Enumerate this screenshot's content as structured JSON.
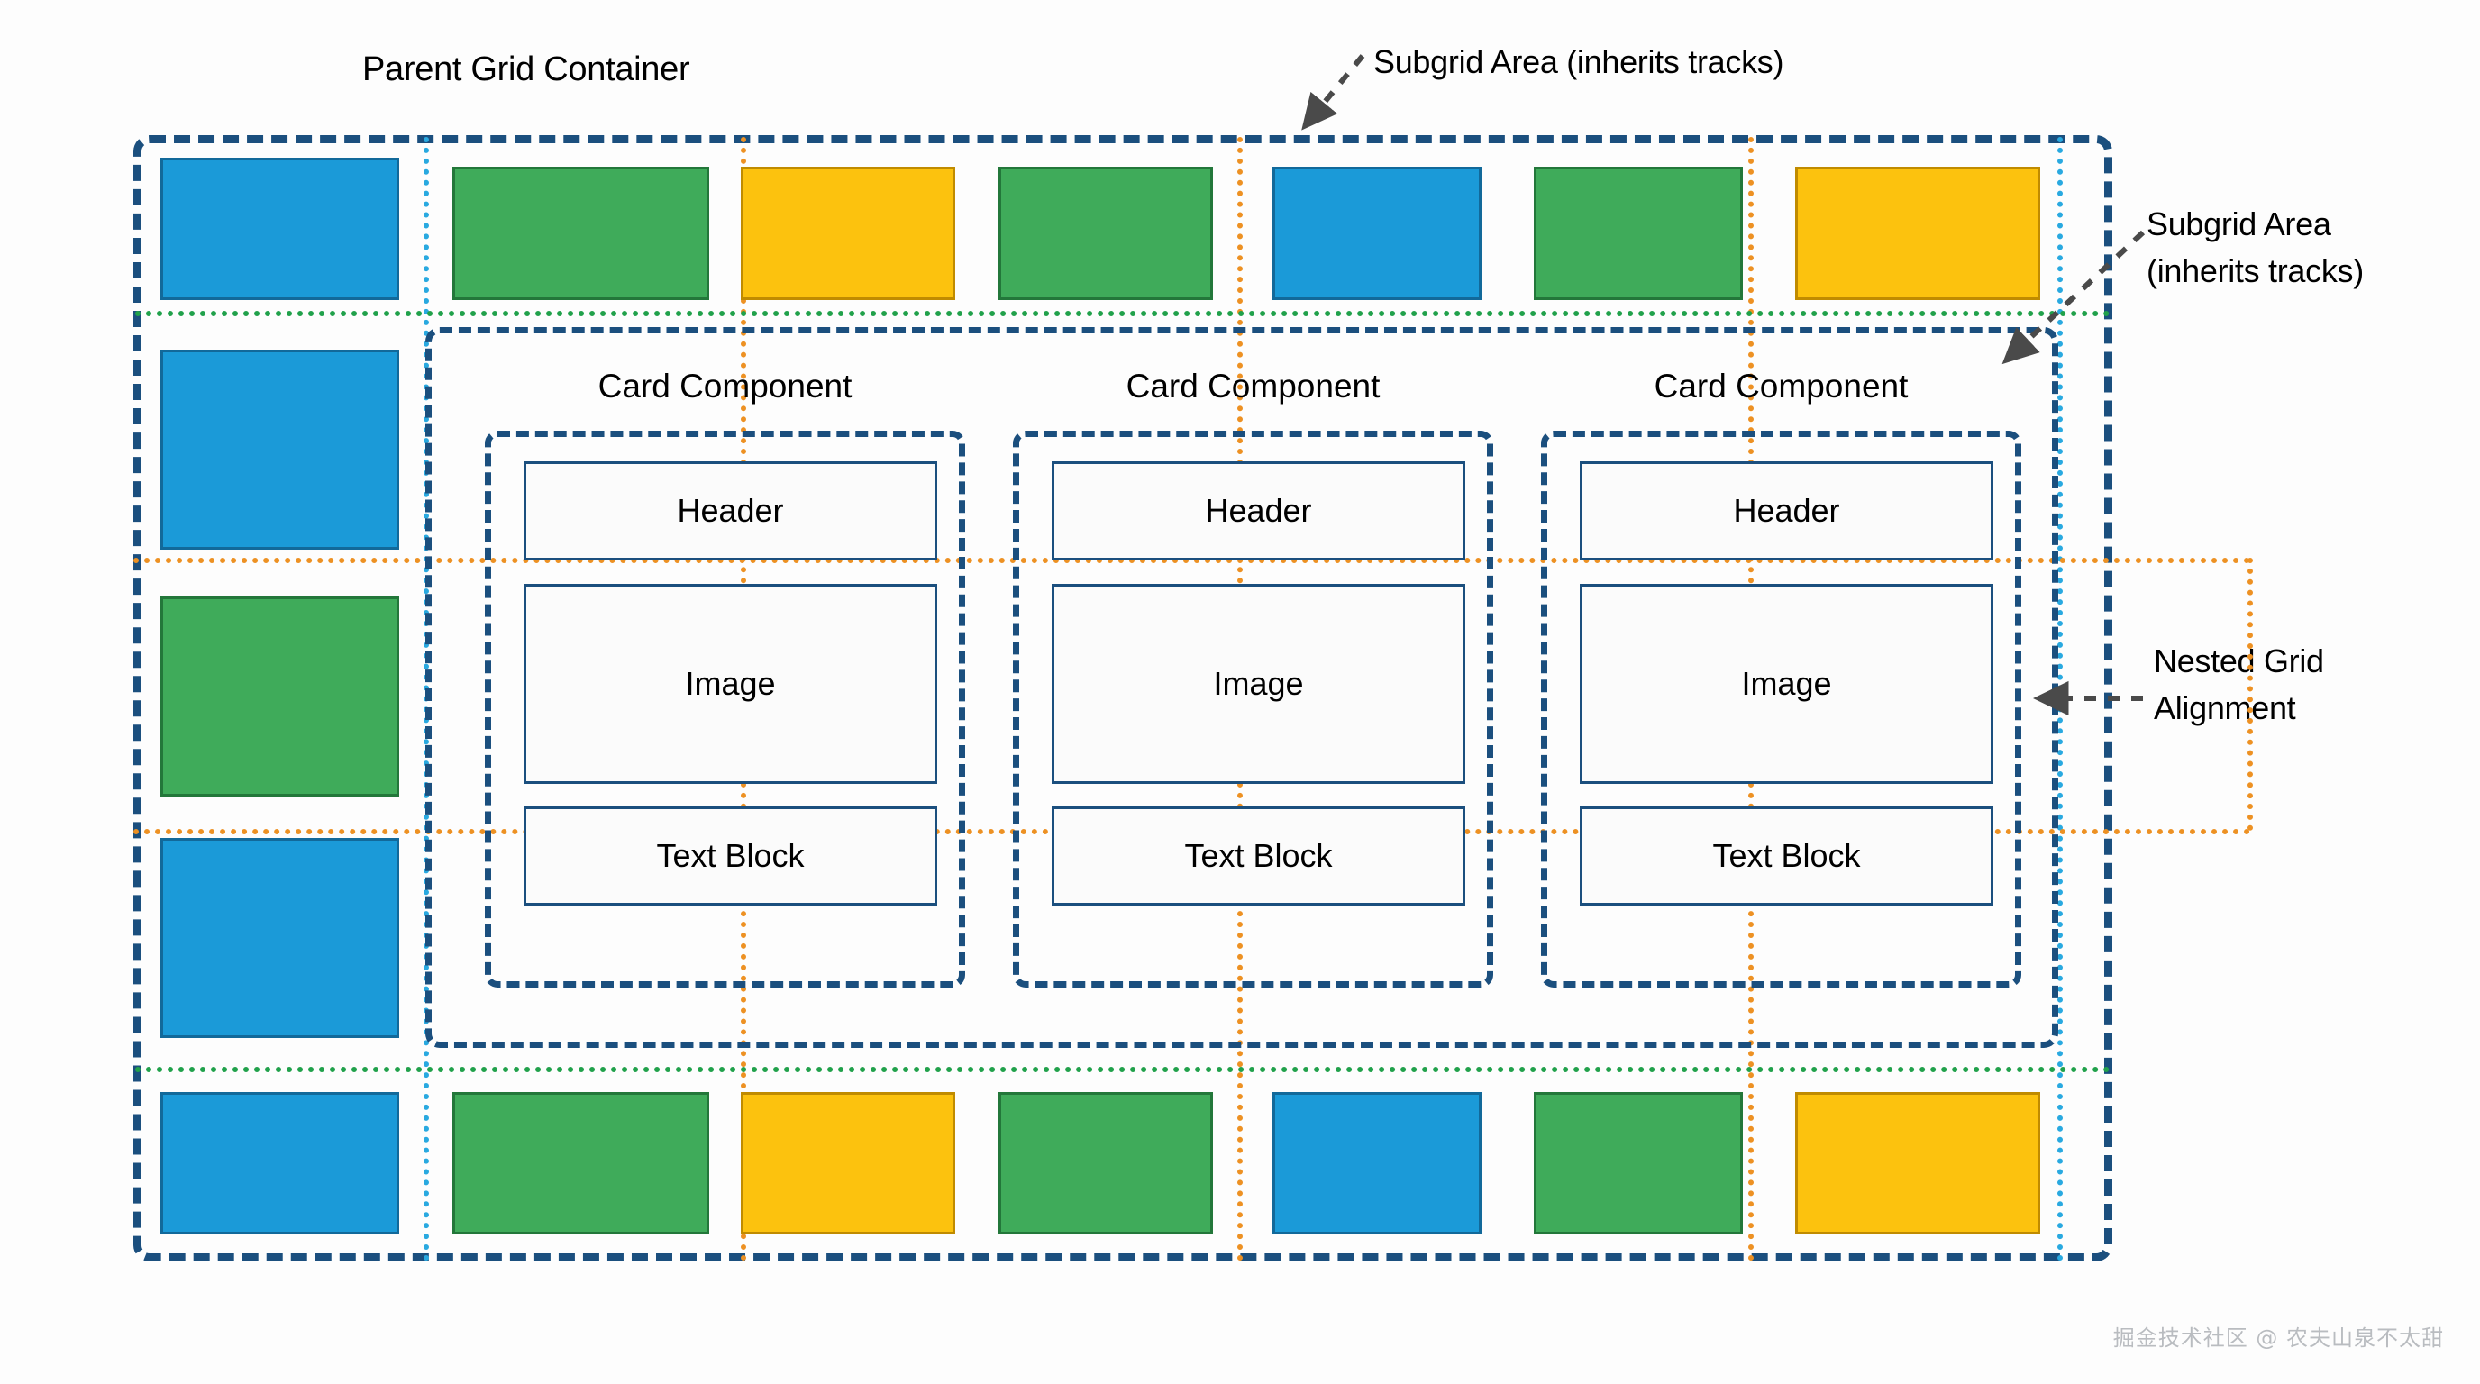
{
  "diagram": {
    "title_label": "Parent Grid Container",
    "annotations": {
      "subgrid_top": "Subgrid Area (inherits tracks)",
      "subgrid_right_line1": "Subgrid Area",
      "subgrid_right_line2": "(inherits tracks)",
      "nested_line1": "Nested Grid",
      "nested_line2": "Alignment"
    },
    "cards": [
      {
        "title": "Card Component",
        "slots": {
          "header": "Header",
          "image": "Image",
          "text": "Text Block"
        }
      },
      {
        "title": "Card Component",
        "slots": {
          "header": "Header",
          "image": "Image",
          "text": "Text Block"
        }
      },
      {
        "title": "Card Component",
        "slots": {
          "header": "Header",
          "image": "Image",
          "text": "Text Block"
        }
      }
    ],
    "top_row_cells": [
      {
        "color": "blue"
      },
      {
        "color": "green"
      },
      {
        "color": "yellow"
      },
      {
        "color": "green"
      },
      {
        "color": "blue"
      },
      {
        "color": "green"
      },
      {
        "color": "yellow"
      }
    ],
    "bottom_row_cells": [
      {
        "color": "blue"
      },
      {
        "color": "green"
      },
      {
        "color": "yellow"
      },
      {
        "color": "green"
      },
      {
        "color": "blue"
      },
      {
        "color": "green"
      },
      {
        "color": "yellow"
      }
    ],
    "left_column_cells": [
      {
        "color": "blue"
      },
      {
        "color": "green"
      },
      {
        "color": "blue"
      }
    ],
    "colors": {
      "blue": "#1b9ad8",
      "green": "#3fab5a",
      "yellow": "#fcc20e",
      "navy_outline": "#1b4f7e",
      "cyan_guide": "#29a9e0",
      "orange_guide": "#ed9123",
      "green_guide": "#21a14b",
      "arrow_gray": "#4a4a4a",
      "background": "#fdfdfd"
    }
  },
  "watermark": {
    "text": "掘金技术社区 @ 农夫山泉不太甜"
  }
}
